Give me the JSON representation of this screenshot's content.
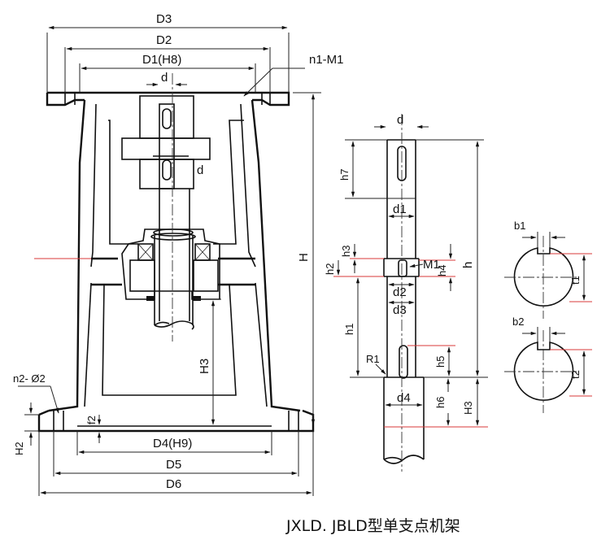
{
  "labels": {
    "D3": "D3",
    "D2": "D2",
    "D1": "D1(H8)",
    "n1M1": "n1-M1",
    "d_top": "d",
    "d_side": "d",
    "H": "H",
    "H3_left": "H3",
    "n2": "n2- Ø2",
    "f2": "f2",
    "H2_left": "H2",
    "D4": "D4(H9)",
    "D5": "D5",
    "D6": "D6",
    "shaft_d": "d",
    "d1": "d1",
    "h7": "h7",
    "h3": "h3",
    "h2": "h2",
    "M1": "M1",
    "h4": "h4",
    "d2": "d2",
    "d3": "d3",
    "h1": "h1",
    "R1": "R1",
    "h5": "h5",
    "h": "h",
    "h6": "h6",
    "d4": "d4",
    "H3_right": "H3",
    "b1": "b1",
    "t1": "t1",
    "b2": "b2",
    "t2": "t2"
  },
  "caption": "JXLD. JBLD型单支点机架"
}
